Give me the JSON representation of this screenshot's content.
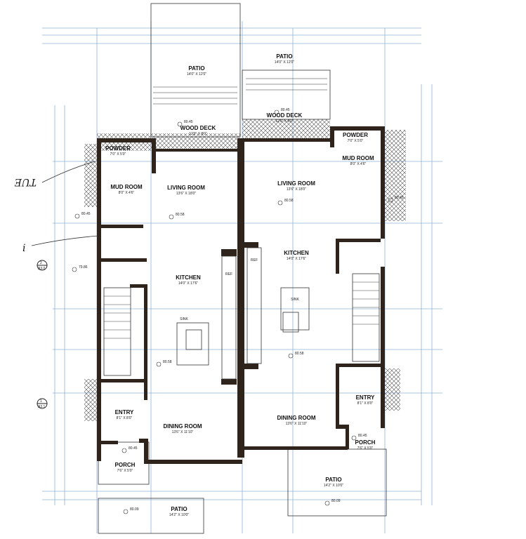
{
  "plan": {
    "rooms": [
      {
        "id": "patio-top-left",
        "name": "PATIO",
        "dims": "14'0\" X 12'0\""
      },
      {
        "id": "patio-top-right",
        "name": "PATIO",
        "dims": "14'0\" X 12'0\""
      },
      {
        "id": "wood-deck-left",
        "name": "WOOD DECK",
        "dims": "12'0\" X 8'0\""
      },
      {
        "id": "wood-deck-right",
        "name": "WOOD DECK",
        "dims": "12'0\" X 8'0\""
      },
      {
        "id": "powder-left",
        "name": "POWDER",
        "dims": "7'0\" X 5'0\""
      },
      {
        "id": "powder-right",
        "name": "POWDER",
        "dims": "7'0\" X 5'0\""
      },
      {
        "id": "mud-room-left",
        "name": "MUD ROOM",
        "dims": "8'0\" X 4'6\""
      },
      {
        "id": "mud-room-right",
        "name": "MUD ROOM",
        "dims": "8'0\" X 4'6\""
      },
      {
        "id": "living-room-left",
        "name": "LIVING ROOM",
        "dims": "13'6\" X 18'0\""
      },
      {
        "id": "living-room-right",
        "name": "LIVING ROOM",
        "dims": "13'6\" X 18'0\""
      },
      {
        "id": "kitchen-left",
        "name": "KITCHEN",
        "dims": "14'0\" X 17'6\""
      },
      {
        "id": "kitchen-right",
        "name": "KITCHEN",
        "dims": "14'0\" X 17'6\""
      },
      {
        "id": "dining-room-left",
        "name": "DINING ROOM",
        "dims": "13'6\" X 11'10\""
      },
      {
        "id": "dining-room-right",
        "name": "DINING ROOM",
        "dims": "13'6\" X 11'10\""
      },
      {
        "id": "entry-left",
        "name": "ENTRY",
        "dims": "8'1\" X 8'0\""
      },
      {
        "id": "entry-right",
        "name": "ENTRY",
        "dims": "8'1\" X 8'0\""
      },
      {
        "id": "porch-left",
        "name": "PORCH",
        "dims": "7'6\" X 5'0\""
      },
      {
        "id": "porch-right",
        "name": "PORCH",
        "dims": "7'6\" X 5'0\""
      },
      {
        "id": "patio-bottom-left",
        "name": "PATIO",
        "dims": "14'2\" X 10'0\""
      },
      {
        "id": "patio-bottom-right",
        "name": "PATIO",
        "dims": "14'2\" X 10'0\""
      }
    ],
    "elevations": [
      "80.45",
      "80.45",
      "80.58",
      "80.58",
      "80.45",
      "80.45",
      "79.86",
      "80.58",
      "80.58",
      "80.45",
      "80.45",
      "80.09",
      "80.09"
    ],
    "section_markers": [
      {
        "num": "2",
        "sheet": "A3.0"
      },
      {
        "num": "1",
        "sheet": "A3.1"
      }
    ],
    "fixtures": {
      "ref": "REF",
      "sink": "SINK"
    },
    "handwritten": [
      "TUE",
      "i"
    ]
  }
}
